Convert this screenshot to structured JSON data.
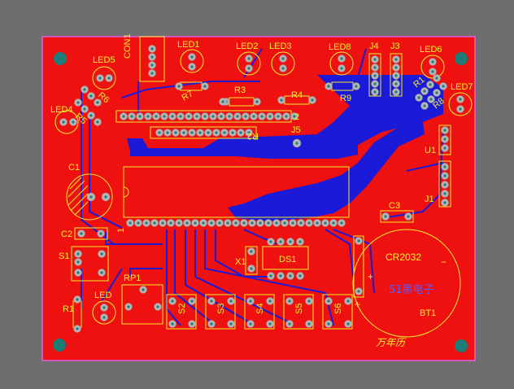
{
  "board": {
    "colors": {
      "background": "#6e6e6e",
      "top_copper": "#ef1010",
      "bottom_copper": "#1a1ad8",
      "silkscreen": "#f2ef2a",
      "pad": "#b4b4b4",
      "hole": "#1c7c78",
      "outline": "#e060e0"
    }
  },
  "labels": {
    "con1": "CON1",
    "led1": "LED1",
    "led2": "LED2",
    "led3": "LED3",
    "led8": "LED8",
    "j4": "J4",
    "j3": "J3",
    "led6": "LED6",
    "led5": "LED5",
    "led7": "LED7",
    "led4": "LED4",
    "r6": "R6",
    "r5": "R5",
    "r7": "R7",
    "r3": "R3",
    "r4": "R4",
    "r9": "R9",
    "r1_top": "R1",
    "r8": "R8",
    "r2": "R2",
    "j5": "J5",
    "u1": "U1",
    "c1": "C1",
    "j1": "J1",
    "c3": "C3",
    "c2": "C2",
    "pin_1": "1",
    "pin_2": "2",
    "s1": "S1",
    "rp1": "RP1",
    "x1": "X1",
    "ds1": "DS1",
    "cr2032": "CR2032",
    "brand": "51黑电子",
    "bt1": "BT1",
    "led": "LED",
    "r1": "R1",
    "s2": "S2",
    "s3": "S3",
    "s4": "S4",
    "s5": "S5",
    "s6": "S6",
    "title": "万年历",
    "plus_bt": "+",
    "plus_cap": "+",
    "minus": "−"
  }
}
